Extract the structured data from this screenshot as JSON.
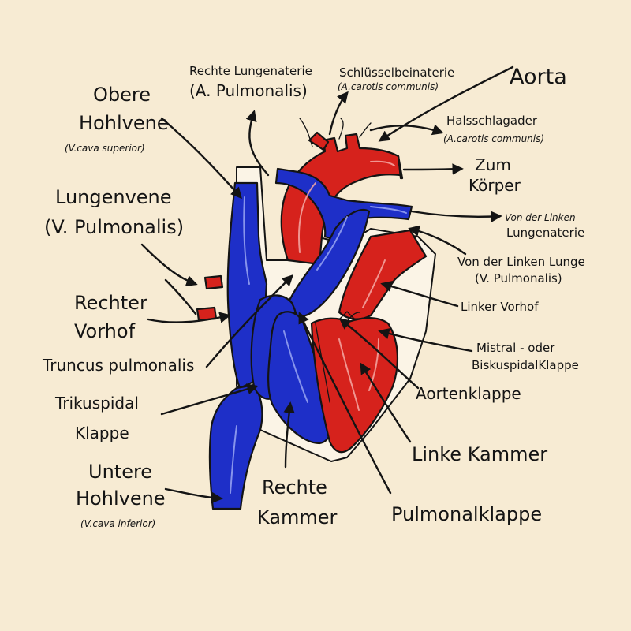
{
  "labels": {
    "rechte_lungenarterie_1": "Rechte Lungenaterie",
    "rechte_lungenarterie_2": "(A. Pulmonalis)",
    "schluesselbeinarterie_1": "Schlüsselbeinaterie",
    "schluesselbeinarterie_2": "(A.carotis communis)",
    "aorta": "Aorta",
    "obere_hohlvene_1": "Obere",
    "obere_hohlvene_2": "Hohlvene",
    "obere_hohlvene_3": "(V.cava superior)",
    "halsschlagader_1": "Halsschlagader",
    "halsschlagader_2": "(A.carotis communis)",
    "zum_koerper_1": "Zum",
    "zum_koerper_2": "Körper",
    "lungenvene_1": "Lungenvene",
    "lungenvene_2": "(V. Pulmonalis)",
    "von_lungenarterie_1": "Von der Linken",
    "von_lungenarterie_2": "Lungenaterie",
    "von_lunge_1": "Von der Linken Lunge",
    "von_lunge_2": "(V. Pulmonalis)",
    "rechter_vorhof_1": "Rechter",
    "rechter_vorhof_2": "Vorhof",
    "linker_vorhof": "Linker Vorhof",
    "mitral_1": "Mistral - oder",
    "mitral_2": "BiskuspidalKlappe",
    "truncus": "Truncus pulmonalis",
    "aortenklappe": "Aortenklappe",
    "trikuspidal_1": "Trikuspidal",
    "trikuspidal_2": "Klappe",
    "linke_kammer": "Linke Kammer",
    "untere_hohlvene_1": "Untere",
    "untere_hohlvene_2": "Hohlvene",
    "untere_hohlvene_3": "(V.cava inferior)",
    "rechte_kammer_1": "Rechte",
    "rechte_kammer_2": "Kammer",
    "pulmonalklappe": "Pulmonalklappe"
  },
  "colors": {
    "background": "#f7ebd3",
    "oxygenated": "#d6221c",
    "deoxygenated": "#1e2fc8",
    "ink": "#141414"
  }
}
